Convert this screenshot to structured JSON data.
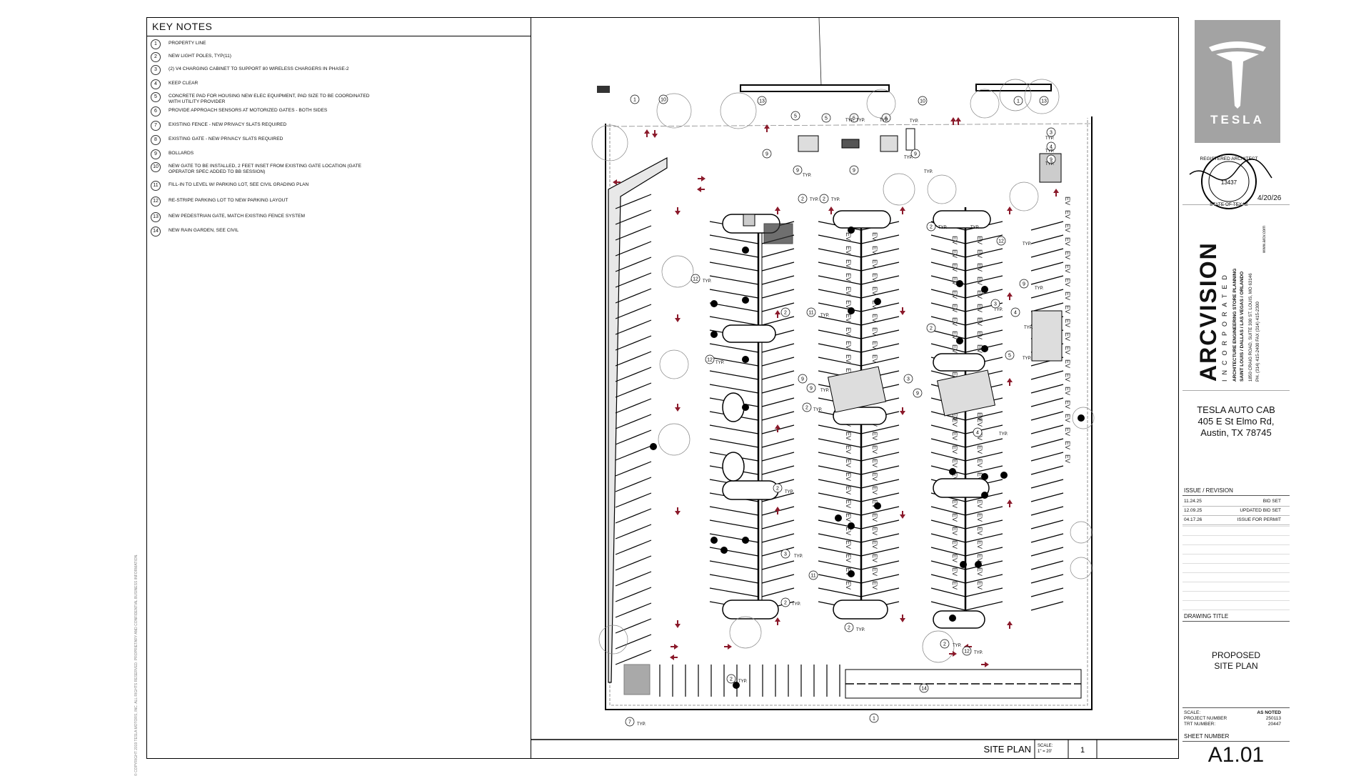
{
  "key_notes": {
    "title": "KEY NOTES",
    "items": [
      {
        "num": "1",
        "text": "PROPERTY LINE"
      },
      {
        "num": "2",
        "text": "NEW LIGHT POLES, TYP(11)"
      },
      {
        "num": "3",
        "text": "(2) V4 CHARGING CABINET TO SUPPORT 80 WIRELESS CHARGERS IN PHASE-2"
      },
      {
        "num": "4",
        "text": "KEEP CLEAR"
      },
      {
        "num": "5",
        "text": "CONCRETE PAD FOR HOUSING NEW ELEC EQUIPMENT, PAD SIZE TO BE COORDINATED WITH UTILITY PROVIDER"
      },
      {
        "num": "6",
        "text": "PROVIDE APPROACH SENSORS AT MOTORIZED GATES - BOTH SIDES"
      },
      {
        "num": "7",
        "text": "EXISTING FENCE - NEW PRIVACY SLATS REQUIRED"
      },
      {
        "num": "8",
        "text": "EXISTING GATE - NEW PRIVACY SLATS REQUIRED"
      },
      {
        "num": "9",
        "text": "BOLLARDS"
      },
      {
        "num": "10",
        "text": "NEW GATE TO BE INSTALLED, 2 FEET INSET FROM EXISTING GATE LOCATION (GATE OPERATOR SPEC ADDED TO BB SESSION)"
      },
      {
        "num": "11",
        "text": "FILL-IN TO LEVEL W/ PARKING LOT, SEE CIVIL GRADING PLAN"
      },
      {
        "num": "12",
        "text": "RE-STRIPE PARKING LOT TO NEW PARKING LAYOUT"
      },
      {
        "num": "13",
        "text": "NEW PEDESTRIAN GATE, MATCH EXISTING FENCE SYSTEM"
      },
      {
        "num": "14",
        "text": "NEW RAIN GARDEN, SEE CIVIL"
      }
    ]
  },
  "drawing": {
    "title": "SITE PLAN",
    "scale_label": "SCALE:",
    "scale_value": "1\" = 20'",
    "detail_number": "1",
    "ev_label": "EV",
    "typ_label": "TYP."
  },
  "title_block": {
    "logo_text": "TESLA",
    "stamp": {
      "top": "REGISTERED ARCHITECT",
      "number": "13437",
      "bottom": "STATE OF TEXAS"
    },
    "seal_date": "4/20/26",
    "firm": {
      "name": "ARCVISION",
      "sub": "INCORPORATED",
      "disciplines": "ARCHITECTURE  ENGINEERING  STORE PLANNING",
      "cities": "SAINT LOUIS / DALLAS / LAS VEGAS / ORLANDO",
      "address": "1850 CRAIG ROAD, SUITE 300   ST. LOUIS, MO 63146",
      "phone": "PH. (314) 415-2400   FAX (314) 415-2300",
      "web": "www.arcv.com"
    },
    "project": {
      "name": "TESLA AUTO CAB",
      "address1": "405 E St Elmo Rd,",
      "address2": "Austin, TX 78745"
    },
    "issue_title": "ISSUE / REVISION",
    "issues": [
      {
        "date": "11.24.25",
        "desc": "BID SET"
      },
      {
        "date": "12.09.25",
        "desc": "UPDATED  BID SET"
      },
      {
        "date": "04.17.26",
        "desc": "ISSUE FOR PERMIT"
      }
    ],
    "drawing_title_label": "DRAWING TITLE",
    "drawing_title_line1": "PROPOSED",
    "drawing_title_line2": "SITE PLAN",
    "scale_label": "SCALE:",
    "scale_value": "AS NOTED",
    "project_number_label": "PROJECT NUMBER",
    "project_number": "250113",
    "trt_number_label": "TRT NUMBER:",
    "trt_number": "20447",
    "sheet_number_label": "SHEET NUMBER",
    "sheet_number": "A1.01"
  },
  "copyright": "© COPYRIGHT 2019  TESLA MOTORS, INC.  ALL RIGHTS RESERVED.    PROPRIETARY AND CONFIDENTIAL BUSINESS INFORMATION."
}
